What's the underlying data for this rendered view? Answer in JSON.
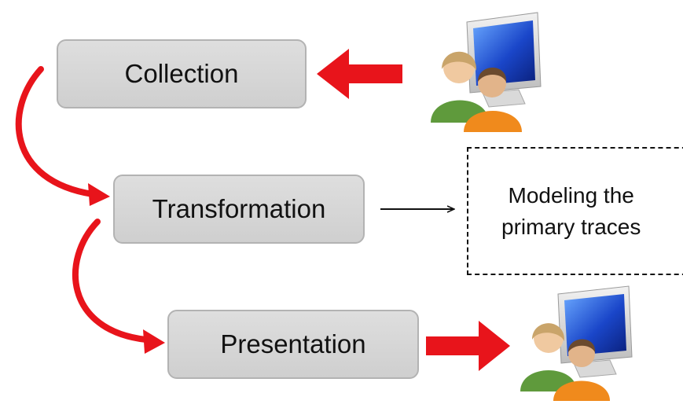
{
  "steps": {
    "collection": "Collection",
    "transformation": "Transformation",
    "presentation": "Presentation"
  },
  "note": {
    "line1": "Modeling the",
    "line2": "primary traces"
  },
  "icons": {
    "top_user": "users-computer-icon",
    "bottom_user": "users-computer-icon"
  },
  "colors": {
    "arrow_red": "#e8141b",
    "box_fill": "#d6d6d6",
    "box_border": "#b3b3b3"
  }
}
